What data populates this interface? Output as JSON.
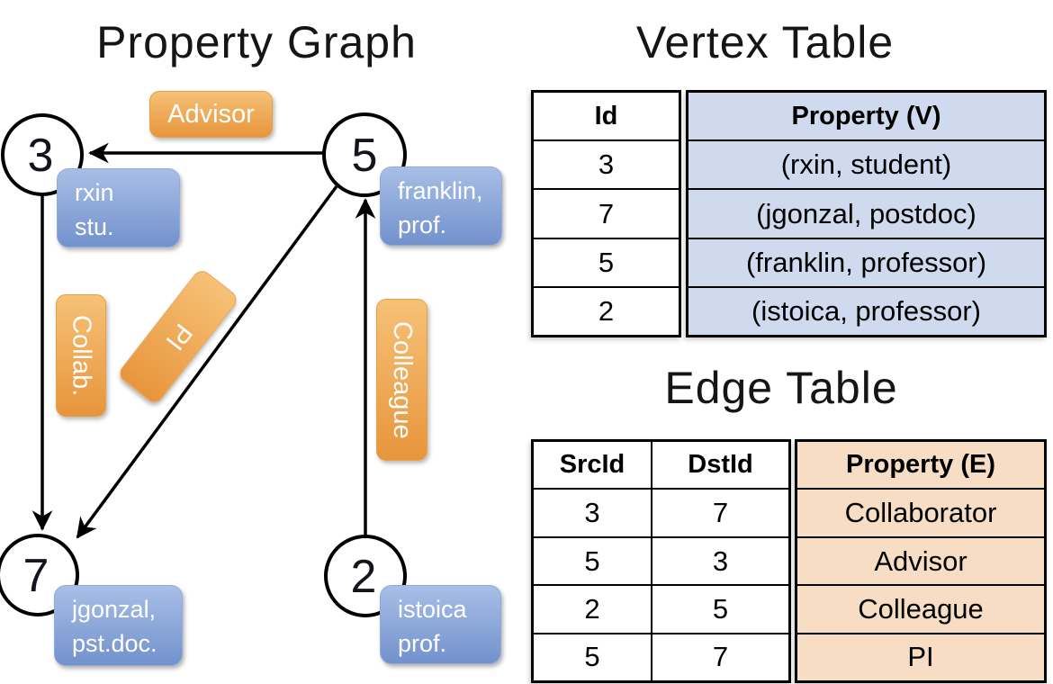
{
  "graph": {
    "title": "Property Graph",
    "nodes": [
      {
        "id": "3",
        "property_lines": [
          "rxin",
          "stu."
        ]
      },
      {
        "id": "5",
        "property_lines": [
          "franklin,",
          "prof."
        ]
      },
      {
        "id": "7",
        "property_lines": [
          "jgonzal,",
          "pst.doc."
        ]
      },
      {
        "id": "2",
        "property_lines": [
          "istoica",
          "prof."
        ]
      }
    ],
    "edge_labels": {
      "advisor": "Advisor",
      "collab": "Collab.",
      "pi": "PI",
      "colleague": "Colleague"
    }
  },
  "vertex_table": {
    "title": "Vertex Table",
    "columns": {
      "id": "Id",
      "property": "Property (V)"
    },
    "rows": [
      {
        "id": "3",
        "property": "(rxin, student)"
      },
      {
        "id": "7",
        "property": "(jgonzal, postdoc)"
      },
      {
        "id": "5",
        "property": "(franklin, professor)"
      },
      {
        "id": "2",
        "property": "(istoica, professor)"
      }
    ]
  },
  "edge_table": {
    "title": "Edge Table",
    "columns": {
      "src": "SrcId",
      "dst": "DstId",
      "property": "Property (E)"
    },
    "rows": [
      {
        "src": "3",
        "dst": "7",
        "property": "Collaborator"
      },
      {
        "src": "5",
        "dst": "3",
        "property": "Advisor"
      },
      {
        "src": "2",
        "dst": "5",
        "property": "Colleague"
      },
      {
        "src": "5",
        "dst": "7",
        "property": "PI"
      }
    ]
  },
  "colors": {
    "orange_top": "#f6c176",
    "orange_bottom": "#e8953c",
    "blue_top": "#a8bfe6",
    "blue_bottom": "#7291cd",
    "vertex_fill": "#cfdaee",
    "edge_fill": "#f6ddc3"
  }
}
